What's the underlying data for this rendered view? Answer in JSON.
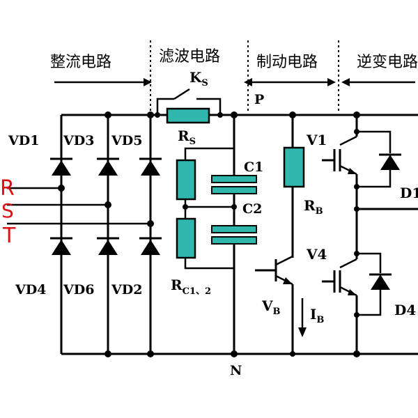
{
  "sections": {
    "rectifier": "整流电路",
    "filter": "滤波电路",
    "braking": "制动电路",
    "inverter": "逆变电路"
  },
  "nodes": {
    "p": "P",
    "n": "N"
  },
  "diodes": {
    "vd1": "VD1",
    "vd3": "VD3",
    "vd5": "VD5",
    "vd4": "VD4",
    "vd6": "VD6",
    "vd2": "VD2"
  },
  "phases": {
    "r": "R",
    "s": "S",
    "t": "T"
  },
  "filter": {
    "ks": "K",
    "ks_sub": "S",
    "rs": "R",
    "rs_sub": "S",
    "c1": "C1",
    "c2": "C2",
    "rc": "R",
    "rc_sub": "C1、2"
  },
  "braking": {
    "rb": "R",
    "rb_sub": "B",
    "vb": "V",
    "vb_sub": "B",
    "ib": "I",
    "ib_sub": "B"
  },
  "inverter": {
    "v1": "V1",
    "v4": "V4",
    "d1": "D1",
    "d4": "D4"
  },
  "colors": {
    "component_fill": "#2fb7ad",
    "phase_labels": "#dd1111"
  }
}
